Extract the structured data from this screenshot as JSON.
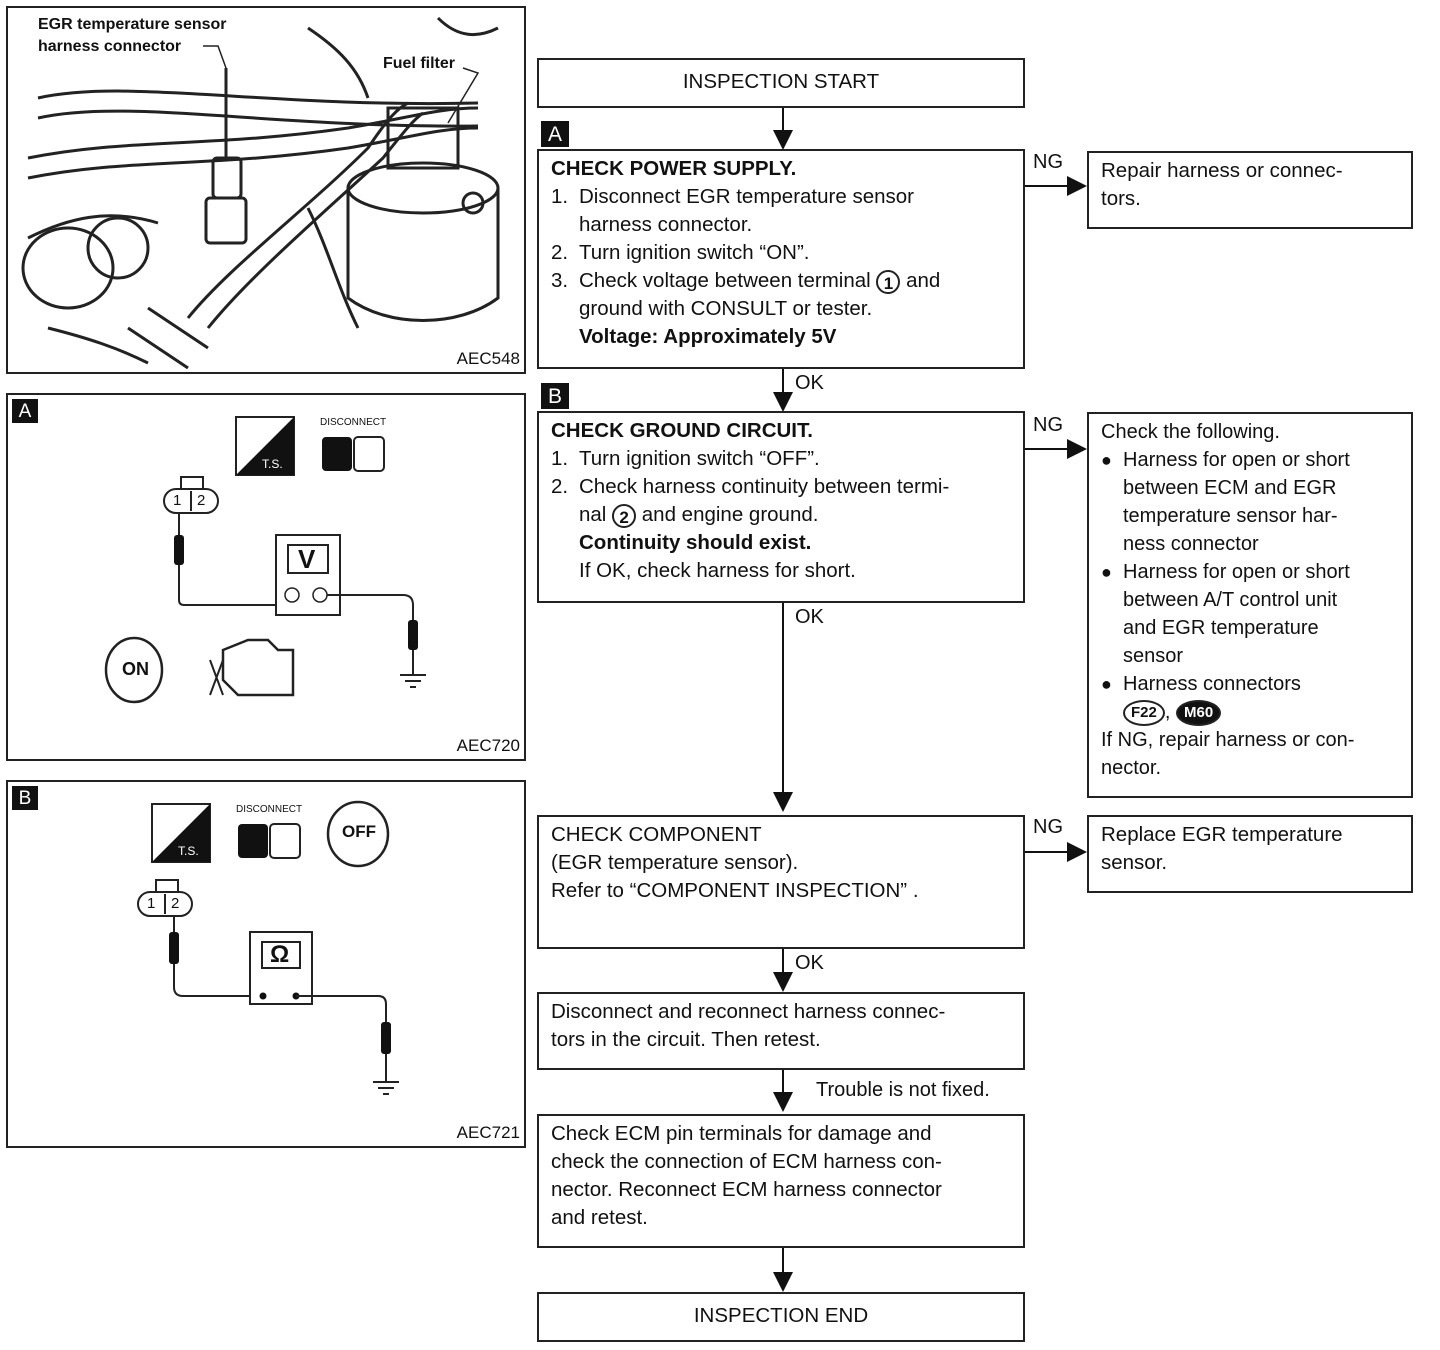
{
  "photo": {
    "callout_sensor_line1": "EGR temperature sensor",
    "callout_sensor_line2": "harness connector",
    "callout_fuel": "Fuel filter",
    "code": "AEC548"
  },
  "panel_a": {
    "tag": "A",
    "code": "AEC720",
    "meter": "V",
    "disconnect": "DISCONNECT",
    "ts": "T.S.",
    "key": "ON",
    "pins": [
      "1",
      "2"
    ]
  },
  "panel_b": {
    "tag": "B",
    "code": "AEC721",
    "meter": "Ω",
    "disconnect": "DISCONNECT",
    "ts": "T.S.",
    "key": "OFF",
    "pins": [
      "1",
      "2"
    ]
  },
  "flow": {
    "start": "INSPECTION START",
    "end": "INSPECTION END",
    "tag_a": "A",
    "tag_b": "B",
    "step1": {
      "title": "CHECK POWER SUPPLY.",
      "n1": "1.",
      "s1a": "Disconnect EGR temperature sensor",
      "s1b": "harness connector.",
      "n2": "2.",
      "s2": "Turn ignition switch “ON”.",
      "n3": "3.",
      "s3a": "Check voltage between terminal",
      "s3_pin": "1",
      "s3b": "and",
      "s3c": "ground with CONSULT or tester.",
      "spec": "Voltage: Approximately 5V"
    },
    "step1_ng": {
      "line1": "Repair harness or connec-",
      "line2": "tors."
    },
    "step2": {
      "title": "CHECK GROUND CIRCUIT.",
      "n1": "1.",
      "s1": "Turn ignition switch “OFF”.",
      "n2": "2.",
      "s2a": "Check harness continuity between termi-",
      "s2b": "nal",
      "s2_pin": "2",
      "s2c": "and engine ground.",
      "spec": "Continuity should exist.",
      "note": "If OK, check harness for short."
    },
    "step2_ng": {
      "head": "Check the following.",
      "b1": [
        "Harness for open or short",
        "between ECM and EGR",
        "temperature sensor har-",
        "ness connector"
      ],
      "b2": [
        "Harness for open or short",
        "between A/T control unit",
        "and EGR temperature",
        "sensor"
      ],
      "b3": "Harness connectors",
      "conn1": "F22",
      "conn2": "M60",
      "foot1": "If NG, repair harness or con-",
      "foot2": "nector."
    },
    "step3": {
      "l1": "CHECK COMPONENT",
      "l2": "(EGR temperature sensor).",
      "l3": "Refer to “COMPONENT INSPECTION” ."
    },
    "step3_ng": {
      "line1": "Replace EGR temperature",
      "line2": "sensor."
    },
    "step4": {
      "l1": "Disconnect and reconnect harness connec-",
      "l2": "tors in the circuit. Then retest."
    },
    "step5": {
      "l1": "Check ECM pin terminals for damage and",
      "l2": "check the connection of ECM harness con-",
      "l3": "nector. Reconnect ECM harness connector",
      "l4": "and retest."
    },
    "labels": {
      "ok": "OK",
      "ng": "NG",
      "not_fixed": "Trouble is not fixed."
    }
  }
}
